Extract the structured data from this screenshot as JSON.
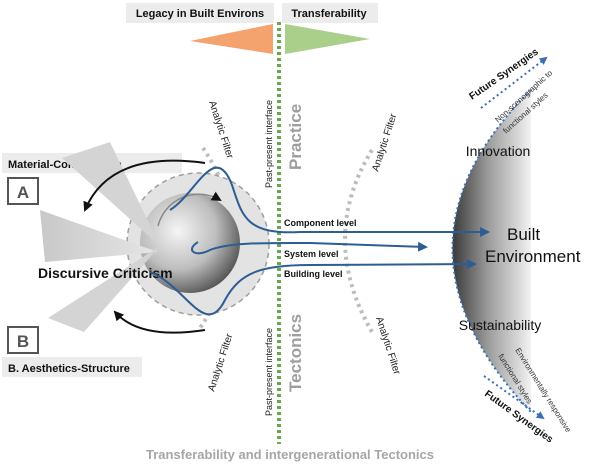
{
  "top": {
    "legacy_label": "Legacy in Built Environs",
    "transferability_label": "Transferability",
    "legacy_color": "#f4a26e",
    "transferability_color": "#a9cf8a"
  },
  "center_line": {
    "practice": "Practice",
    "tectonics": "Tectonics",
    "interface_upper": "Past-present interface",
    "interface_lower": "Past-present interface",
    "color": "#6aa84f"
  },
  "filters": {
    "upper_left": "Analytic Filter",
    "lower_left": "Analytic Filter",
    "upper_right": "Analytic Filter",
    "lower_right": "Analytic Filter"
  },
  "left": {
    "material_construction": "Material-Construction",
    "box_a": "A",
    "box_b": "B",
    "aesthetics_structure": "B. Aesthetics-Structure",
    "discursive_criticism": "Discursive Criticism"
  },
  "levels": {
    "component": "Component level",
    "system": "System level",
    "building": "Building  level"
  },
  "right": {
    "innovation": "Innovation",
    "built": "Built",
    "environment": "Environment",
    "sustainability": "Sustainability",
    "future_synergies_top": "Future Synergies",
    "future_synergies_bottom": "Future Synergies",
    "non_scenographic_1": "Non-scenographic to",
    "non_scenographic_2": "functional styles",
    "env_responsive_1": "Environmentally responsive",
    "env_responsive_2": "functional  styles"
  },
  "caption": "Transferability and intergenerational Tectonics",
  "colors": {
    "arrow_blue": "#2e5d94",
    "dotted_blue": "#3b6fb0",
    "filter_gray": "#bdbdbd"
  }
}
